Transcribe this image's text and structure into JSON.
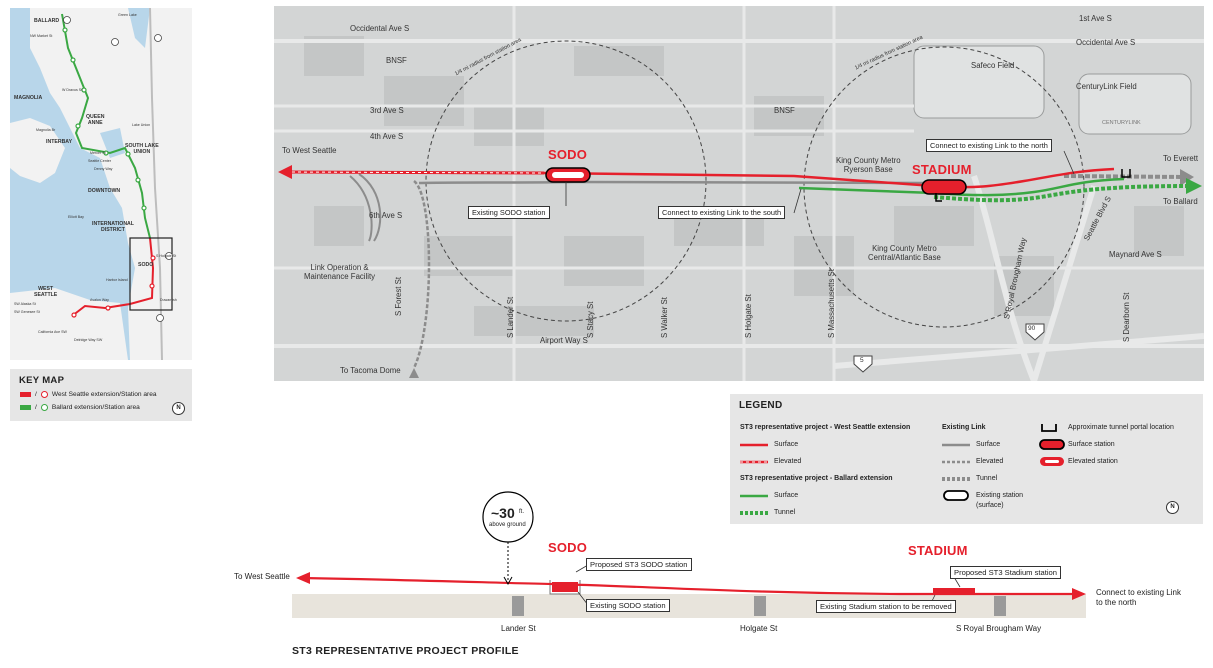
{
  "key_map": {
    "labels": {
      "ballard": "BALLARD",
      "magnolia": "MAGNOLIA",
      "queen_anne": "QUEEN\nANNE",
      "interbay": "INTERBAY",
      "south_lake_union": "SOUTH LAKE\nUNION",
      "downtown": "DOWNTOWN",
      "international_district": "INTERNATIONAL\nDISTRICT",
      "sodo": "SODO",
      "west_seattle": "WEST\nSEATTLE"
    },
    "streets": [
      "NW Market St",
      "Green Lake",
      "W Dravus St",
      "Magnolia Br",
      "Lake Union",
      "Mercer St",
      "Seattle Center",
      "Denny Way",
      "Elliott Bay",
      "S Holgate St",
      "SW Alaska St",
      "SW Genesee St",
      "Avalon Way",
      "California Ave SW",
      "Delridge Way SW",
      "Harbor Island",
      "Duwamish"
    ],
    "legend_title": "KEY MAP",
    "legend_items": [
      {
        "label": "West Seattle extension/Station area",
        "color": "#e5202c"
      },
      {
        "label": "Ballard extension/Station area",
        "color": "#3aa843"
      }
    ],
    "north": "N"
  },
  "main_map": {
    "streets": {
      "occidental_left": "Occidental Ave S",
      "bnsf_left": "BNSF",
      "third_ave": "3rd Ave S",
      "fourth_ave": "4th Ave S",
      "sixth_ave": "6th Ave S",
      "bnsf_right": "BNSF",
      "first_ave": "1st Ave S",
      "occidental_right": "Occidental Ave S",
      "safeco": "Safeco Field",
      "centurylink": "CenturyLink Field",
      "s_forest": "S Forest St",
      "s_lander": "S Lander St",
      "s_stacy": "S Stacy St",
      "s_walker": "S Walker St",
      "s_holgate": "S Holgate St",
      "s_massachusetts": "S Massachusetts St",
      "royal_brougham": "S Royal Brougham Way",
      "seattle_blvd": "Seattle Blvd S",
      "maynard": "Maynard Ave S",
      "s_dearborn": "S Dearborn St",
      "airport_way": "Airport Way S",
      "to_tacoma_dome": "To Tacoma Dome",
      "to_west_seattle": "To West Seattle",
      "to_everett": "To Everett",
      "to_ballard": "To Ballard",
      "radius_left": "1/4 mi radius from station area",
      "radius_right": "1/4 mi radius from station area",
      "link_op": "Link Operation &\nMaintenance Facility",
      "kcm_ryerson": "King County Metro\nRyerson Base",
      "kcm_central": "King County Metro\nCentral/Atlantic Base",
      "i5": "5",
      "i90": "90",
      "centurylink_sign": "CENTURYLINK"
    },
    "stations": {
      "sodo": "SODO",
      "stadium": "STADIUM"
    },
    "callouts": {
      "existing_sodo": "Existing SODO station",
      "connect_south": "Connect to existing Link to the south",
      "connect_north": "Connect to existing Link to the north"
    }
  },
  "legend": {
    "title": "LEGEND",
    "ws_header": "ST3 representative project - West Seattle extension",
    "ws_surface": "Surface",
    "ws_elevated": "Elevated",
    "ballard_header": "ST3 representative project - Ballard extension",
    "ballard_surface": "Surface",
    "ballard_tunnel": "Tunnel",
    "existing_header": "Existing Link",
    "ex_surface": "Surface",
    "ex_elevated": "Elevated",
    "ex_tunnel": "Tunnel",
    "ex_station": "Existing station\n(surface)",
    "tunnel_portal": "Approximate tunnel portal location",
    "surface_station": "Surface station",
    "elevated_station": "Elevated station",
    "north": "N",
    "colors": {
      "red": "#e5202c",
      "green": "#3aa843",
      "gray": "#8c8c8c"
    }
  },
  "profile": {
    "height_value": "~30",
    "height_unit": "ft.",
    "height_note": "above ground",
    "sodo": "SODO",
    "stadium": "STADIUM",
    "to_west_seattle": "To West Seattle",
    "connect_north": "Connect to existing Link\nto the north",
    "proposed_sodo": "Proposed ST3 SODO station",
    "existing_sodo": "Existing SODO station",
    "proposed_stadium": "Proposed ST3 Stadium station",
    "existing_stadium": "Existing Stadium station to be removed",
    "streets": [
      "Lander St",
      "Holgate St",
      "S Royal Brougham Way"
    ],
    "title": "ST3 REPRESENTATIVE PROJECT PROFILE"
  }
}
